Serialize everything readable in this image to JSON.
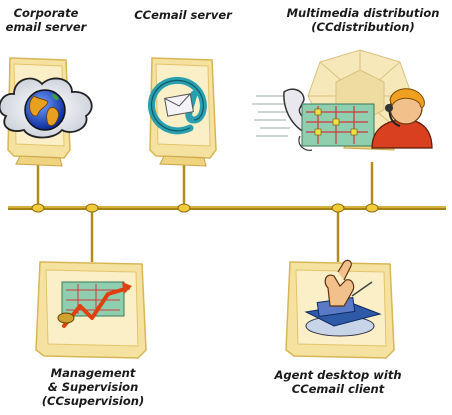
{
  "nodes": {
    "corporate_email": {
      "line1": "Corporate",
      "line2": "email server",
      "icon": "globe-icon"
    },
    "ccemail": {
      "line1": "CCemail server",
      "icon": "email-at-icon"
    },
    "multimedia": {
      "line1": "Multimedia distribution",
      "line2": "(CCdistribution)",
      "icon": "call-center-agent-icon"
    },
    "management": {
      "line1": "Management",
      "line2": "& Supervision",
      "line3": "(CCsupervision)",
      "icon": "chart-icon"
    },
    "agent_desktop": {
      "line1": "Agent desktop with",
      "line2": "CCemail client",
      "icon": "hand-mouse-icon"
    }
  },
  "colors": {
    "network_bus": "#c8a020",
    "node_dot": "#e0b820",
    "monitor": "#f7e6a3",
    "monitor_shadow": "#e7c964"
  }
}
